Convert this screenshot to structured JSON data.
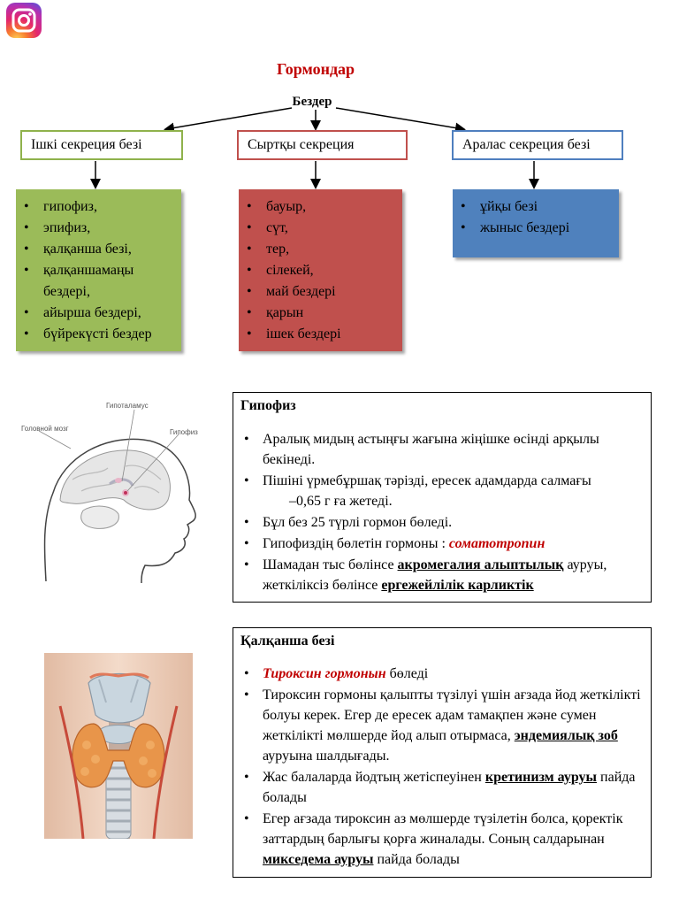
{
  "title": "Гормондар",
  "glands_label": "Бездер",
  "categories": {
    "internal": {
      "label": "Ішкі секреция безі",
      "items": [
        "гипофиз,",
        "эпифиз,",
        "қалқанша безі,",
        "қалқаншамаңы бездері,",
        "айырша бездері,",
        "бүйрекүсті бездер"
      ]
    },
    "external": {
      "label": "Сыртқы секреция",
      "items": [
        "бауыр,",
        "сүт,",
        "тер,",
        "сілекей,",
        "май бездері",
        "қарын",
        "ішек бездері"
      ]
    },
    "mixed": {
      "label": "Аралас секреция безі",
      "items": [
        "ұйқы безі",
        "жыныс бездері"
      ]
    }
  },
  "pituitary": {
    "title": "Гипофиз",
    "b1": "Аралық  мидың астыңғы жағына жіңішке өсінді арқылы бекінеді.",
    "b2_a": "Пішіні үрмебұршақ тәрізді, ересек адамдарда салмағы",
    "b2_b": "–0,65 г ға жетеді.",
    "b3": "Бұл без 25 түрлі гормон бөледі.",
    "b4_text": "Гипофиздің бөлетін гормоны :",
    "b4_hormone": "соматотропин",
    "b5_a": "Шамадан тыс бөлінсе",
    "b5_disease1": "акромегалия  алыптылық",
    "b5_b": "ауруы, жеткіліксіз бөлінсе",
    "b5_disease2": "ергежейлілік  карликтік"
  },
  "brain_labels": {
    "hypothalamus": "Гипоталамус",
    "brain": "Головной мозг",
    "hypophysis": "Гипофиз"
  },
  "thyroid": {
    "title": "Қалқанша безі",
    "b1_hormone": "Тироксин  гормонын",
    "b1_text": "бөледі",
    "b2_a": "Тироксин гормоны қалыпты түзілуі үшін ағзада йод жеткілікті болуы керек. Егер де ересек адам тамақпен және сумен жеткілікті мөлшерде йод алып отырмаса,",
    "b2_disease": "эндемиялық зоб",
    "b2_b": "ауруына шалдығады.",
    "b3_a": "Жас балаларда йодтың жетіспеуінен",
    "b3_disease": "кретинизм ауруы",
    "b3_b": "пайда болады",
    "b4_a": "Егер ағзада тироксин аз мөлшерде түзілетін болса, қоректік заттардың барлығы қорға жиналады. Соның салдарынан",
    "b4_disease": "микседема ауруы",
    "b4_b": "пайда болады"
  },
  "colors": {
    "title_red": "#c00000",
    "green": "#9bbb59",
    "red": "#c0504d",
    "blue": "#4f81bd"
  },
  "icons": [
    "instagram-icon"
  ]
}
